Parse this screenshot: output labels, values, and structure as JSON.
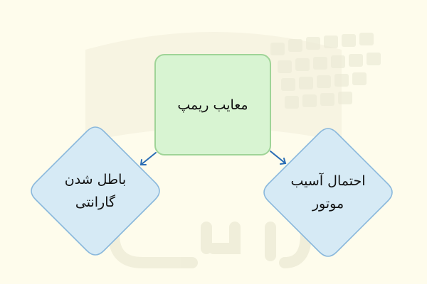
{
  "diagram": {
    "root": {
      "label": "معایب ریمپ"
    },
    "children": [
      {
        "lines": [
          "باطل شدن",
          "گارانتی"
        ]
      },
      {
        "lines": [
          "احتمال آسیب",
          "موتور"
        ]
      }
    ]
  },
  "watermark": {
    "text": "فرادرس"
  },
  "colors": {
    "background": "#fefcec",
    "root_fill": "#d8f4d2",
    "root_border": "#9fd497",
    "decision_fill": "#d6eaf5",
    "decision_border": "#8ab8dc",
    "arrow": "#2a6db5"
  }
}
